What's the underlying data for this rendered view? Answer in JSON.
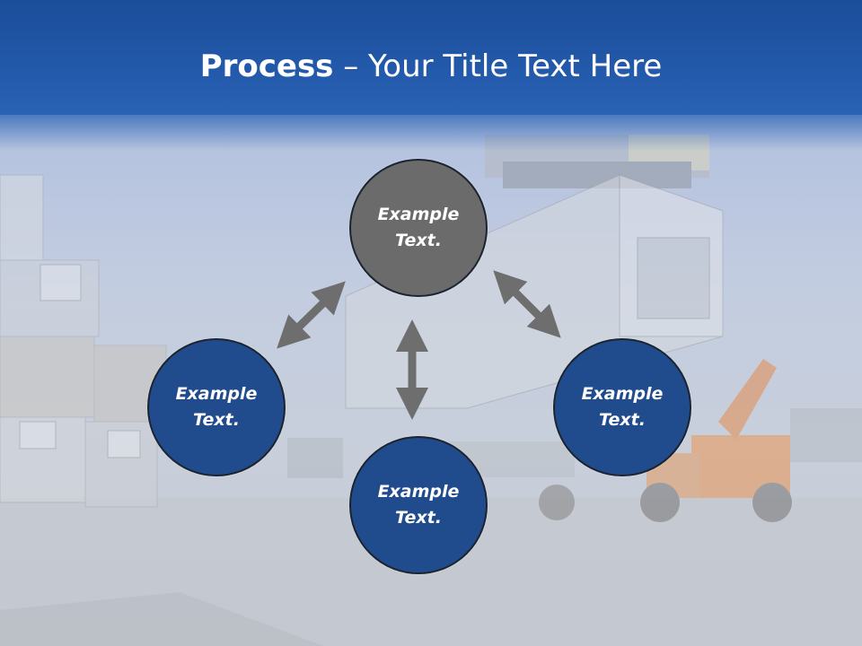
{
  "slide": {
    "title_bold": "Process",
    "title_rest": " – Your Title Text Here"
  },
  "diagram": {
    "nodes": [
      {
        "id": "top",
        "label": "Example Text.",
        "color": "#6b6b6b"
      },
      {
        "id": "left",
        "label": "Example Text.",
        "color": "#204b8d"
      },
      {
        "id": "right",
        "label": "Example Text.",
        "color": "#204b8d"
      },
      {
        "id": "bottom",
        "label": "Example Text.",
        "color": "#204b8d"
      }
    ],
    "arrow_color": "#6e6e6e",
    "arrows": [
      {
        "from": "top",
        "to": "left",
        "direction": "bidirectional"
      },
      {
        "from": "top",
        "to": "right",
        "direction": "bidirectional"
      },
      {
        "from": "top",
        "to": "bottom",
        "direction": "bidirectional"
      }
    ]
  }
}
